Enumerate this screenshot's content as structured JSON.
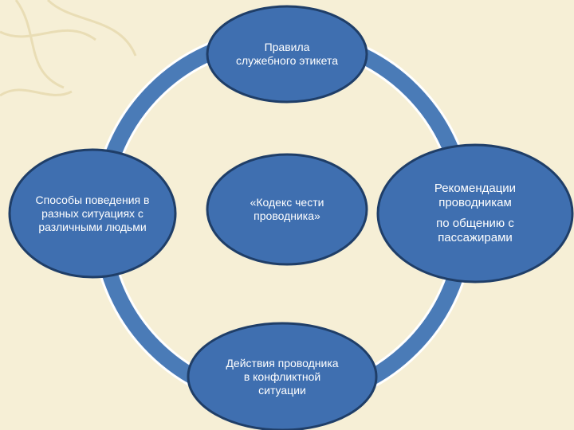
{
  "diagram": {
    "colors": {
      "background": "#f6efd6",
      "ring": "#4a7bb7",
      "ring_border": "#ffffff",
      "node_fill": "#3f6fb0",
      "node_border": "#1f3e68",
      "text": "#ffffff"
    },
    "nodes": {
      "top": {
        "line1": "Правила",
        "line2": "служебного этикета"
      },
      "center": {
        "line1": "«Кодекс чести",
        "line2": "проводника»"
      },
      "left": {
        "line1": "Способы поведения в",
        "line2": "разных ситуациях с",
        "line3": "различными людьми"
      },
      "right": {
        "line1": "Рекомендации",
        "line2": "проводникам",
        "line3": "по общению с",
        "line4": "пассажирами"
      },
      "bottom": {
        "line1": "Действия проводника",
        "line2": "в конфликтной",
        "line3": "ситуации"
      }
    }
  }
}
